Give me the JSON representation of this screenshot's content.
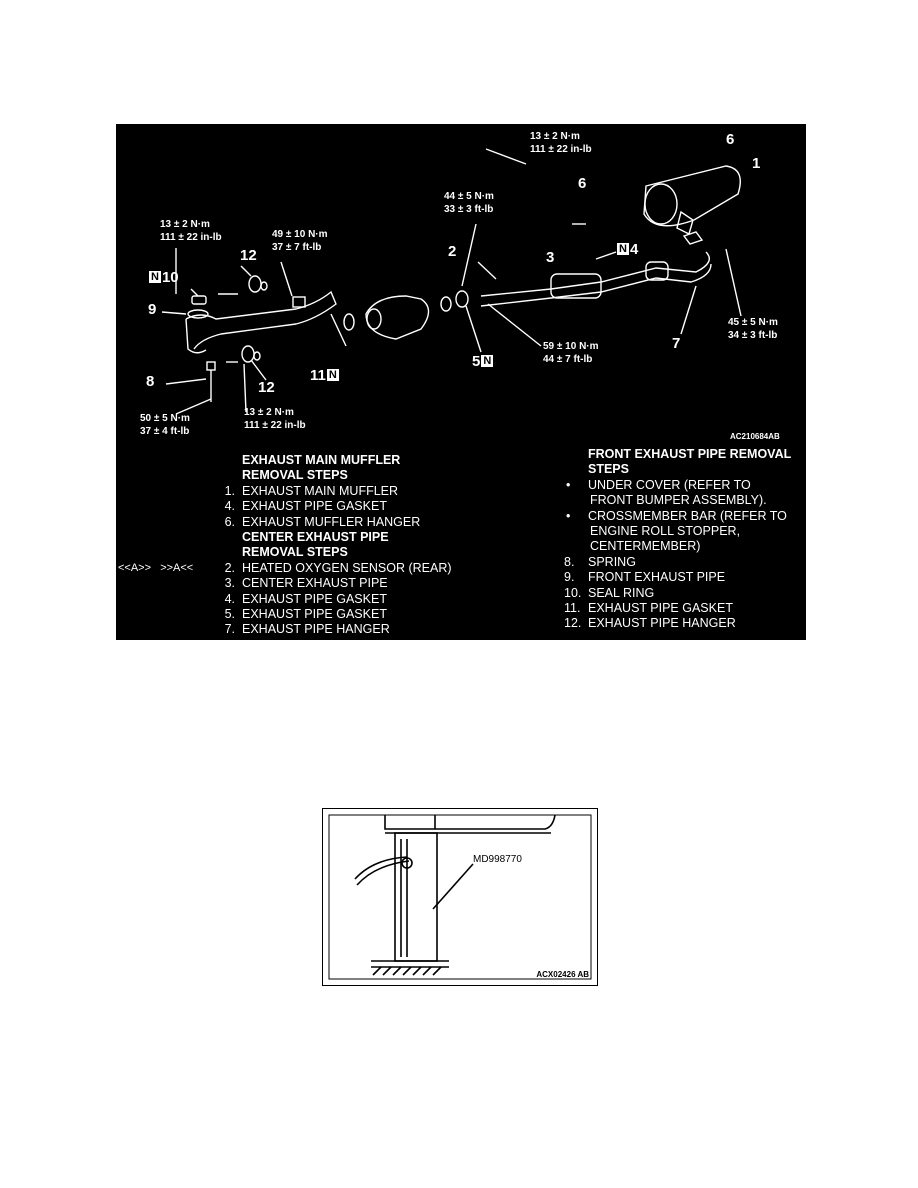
{
  "figure1": {
    "torques": {
      "muffler_bolt": [
        "13 ± 2 N·m",
        "111 ± 22 in-lb"
      ],
      "sensor": [
        "44 ± 5 N·m",
        "33 ± 3 ft-lb"
      ],
      "hanger_left_top": [
        "13 ± 2 N·m",
        "111 ± 22 in-lb"
      ],
      "flange_front": [
        "49 ± 10 N·m",
        "37 ± 7 ft-lb"
      ],
      "center_flange": [
        "59 ± 10 N·m",
        "44 ± 7 ft-lb"
      ],
      "rear_flange": [
        "45 ± 5 N·m",
        "34 ± 3 ft-lb"
      ],
      "hanger_left_bottom": [
        "13 ± 2 N·m",
        "111 ± 22 in-lb"
      ],
      "spring_bolt": [
        "50 ± 5 N·m",
        "37 ± 4 ft-lb"
      ]
    },
    "callouts": {
      "c6a": "6",
      "c1": "1",
      "c6b": "6",
      "c4": "4",
      "c2": "2",
      "c3": "3",
      "c12a": "12",
      "c10": "10",
      "c9": "9",
      "c11": "11",
      "c5": "5",
      "c7": "7",
      "c8": "8",
      "c12b": "12",
      "n": "N"
    },
    "code": "AC210684AB",
    "left_steps": {
      "heading1": [
        "EXHAUST MAIN MUFFLER",
        "REMOVAL STEPS"
      ],
      "items1": [
        {
          "n": "1.",
          "t": "EXHAUST MAIN MUFFLER"
        },
        {
          "n": "4.",
          "t": "EXHAUST PIPE GASKET"
        },
        {
          "n": "6.",
          "t": "EXHAUST MUFFLER HANGER"
        }
      ],
      "heading2": [
        "CENTER EXHAUST PIPE",
        "REMOVAL STEPS"
      ],
      "marker": "<<A>>   >>A<<",
      "items2": [
        {
          "n": "2.",
          "t": "HEATED OXYGEN SENSOR (REAR)"
        },
        {
          "n": "3.",
          "t": "CENTER EXHAUST PIPE"
        },
        {
          "n": "4.",
          "t": "EXHAUST PIPE GASKET"
        },
        {
          "n": "5.",
          "t": "EXHAUST PIPE GASKET"
        },
        {
          "n": "7.",
          "t": "EXHAUST PIPE HANGER"
        }
      ]
    },
    "right_steps": {
      "heading": [
        "FRONT EXHAUST PIPE REMOVAL",
        "STEPS"
      ],
      "bullets": [
        [
          "UNDER COVER (REFER TO",
          "FRONT BUMPER ASSEMBLY)."
        ],
        [
          "CROSSMEMBER BAR (REFER TO",
          "ENGINE ROLL STOPPER,",
          "CENTERMEMBER)"
        ]
      ],
      "bullet_symbol": "•",
      "items": [
        {
          "n": "8.",
          "t": "SPRING"
        },
        {
          "n": "9.",
          "t": "FRONT EXHAUST PIPE"
        },
        {
          "n": "10.",
          "t": "SEAL RING"
        },
        {
          "n": "11.",
          "t": "EXHAUST PIPE GASKET"
        },
        {
          "n": "12.",
          "t": "EXHAUST PIPE HANGER"
        }
      ]
    }
  },
  "figure2": {
    "tool": "MD998770",
    "code": "ACX02426 AB"
  }
}
